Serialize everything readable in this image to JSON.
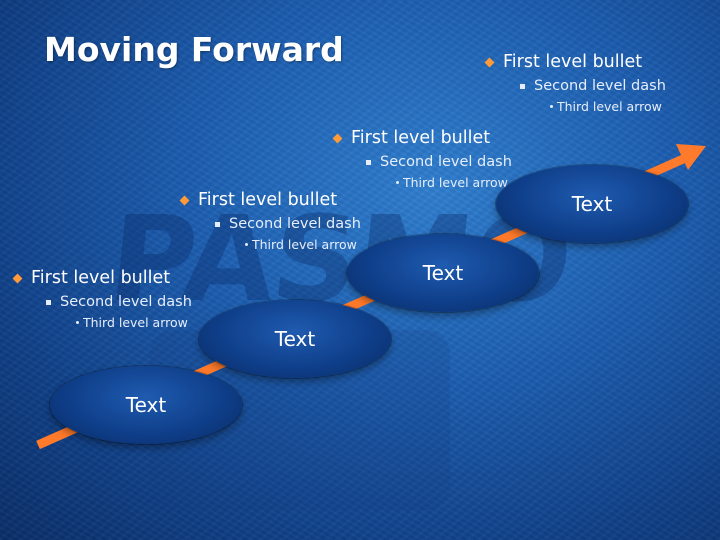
{
  "slide": {
    "title": "Moving Forward",
    "watermark": "PASMO",
    "colors": {
      "bullet": "#ff9a3a",
      "arrow": "#ff7a2a",
      "text": "#ffffff"
    },
    "bullet_blocks": [
      {
        "level1": "First level bullet",
        "level2": "Second level dash",
        "level3": "Third level arrow"
      },
      {
        "level1": "First level bullet",
        "level2": "Second level dash",
        "level3": "Third level arrow"
      },
      {
        "level1": "First level bullet",
        "level2": "Second level dash",
        "level3": "Third level arrow"
      },
      {
        "level1": "First level bullet",
        "level2": "Second level dash",
        "level3": "Third level arrow"
      }
    ],
    "steps": [
      "Text",
      "Text",
      "Text",
      "Text"
    ]
  }
}
